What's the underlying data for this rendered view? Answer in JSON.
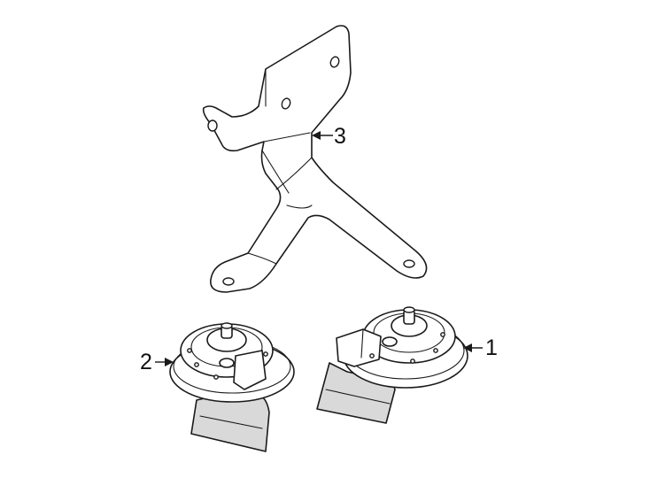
{
  "callouts": [
    {
      "id": "1",
      "label": "1",
      "part": "horn-right"
    },
    {
      "id": "2",
      "label": "2",
      "part": "horn-left"
    },
    {
      "id": "3",
      "label": "3",
      "part": "mounting-bracket"
    }
  ],
  "colors": {
    "line": "#1a1a1a",
    "background": "#ffffff",
    "shade": "#d9d9d9"
  },
  "icons": {
    "arrow": "arrow-left-icon",
    "arrow_right": "arrow-right-icon"
  }
}
